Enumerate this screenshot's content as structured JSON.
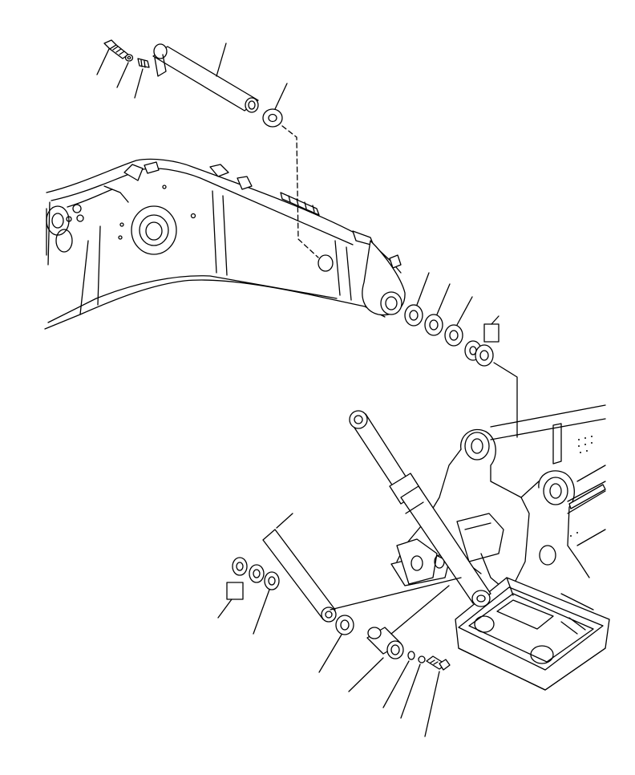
{
  "diagram": {
    "kind": "exploded-parts-diagram",
    "printed_text": [],
    "parts": [
      {
        "id": "bolt",
        "icon": "bolt-icon"
      },
      {
        "id": "lock-washer",
        "icon": "washer-icon"
      },
      {
        "id": "grease-fitting",
        "icon": "fitting-icon"
      },
      {
        "id": "boom-foot-pin",
        "icon": "pin-icon"
      },
      {
        "id": "boom-shim",
        "icon": "shim-icon"
      },
      {
        "id": "boom",
        "icon": "boom-icon"
      },
      {
        "id": "shim-stack-upper",
        "icon": "shim-icon"
      },
      {
        "id": "revolving-frame",
        "icon": "frame-icon"
      },
      {
        "id": "boom-cylinder",
        "icon": "cylinder-icon"
      },
      {
        "id": "shim-stack-lower",
        "icon": "shim-icon"
      },
      {
        "id": "cylinder-foot-pin",
        "icon": "pin-icon"
      },
      {
        "id": "snap-ring",
        "icon": "ring-icon"
      }
    ],
    "colors": {
      "line": "#000000",
      "background": "#ffffff"
    }
  }
}
